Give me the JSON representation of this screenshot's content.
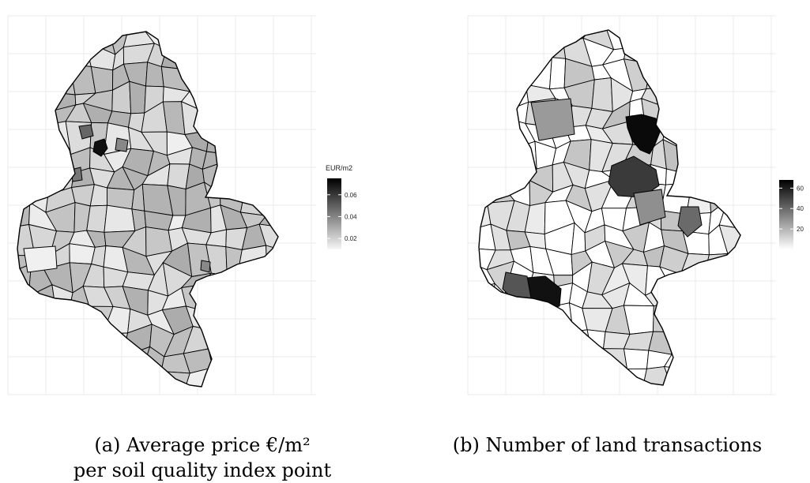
{
  "panels": [
    {
      "id": "a",
      "caption_line1": "(a) Average price €/m²",
      "caption_line2": "per soil quality index point",
      "legend": {
        "title": "EUR/m2",
        "ticks": [
          "0.06",
          "0.04",
          "0.02"
        ],
        "min": 0.01,
        "max": 0.075
      }
    },
    {
      "id": "b",
      "caption_line1": "(b) Number of land transactions",
      "caption_line2": "",
      "legend": {
        "title": "",
        "ticks": [
          "60",
          "40",
          "20"
        ],
        "min": 0,
        "max": 68
      }
    }
  ],
  "colors": {
    "background": "#ffffff",
    "grid": "#ebebeb",
    "boundary": "#000000",
    "fill_low": "#f7f7f7",
    "fill_high": "#000000"
  }
}
